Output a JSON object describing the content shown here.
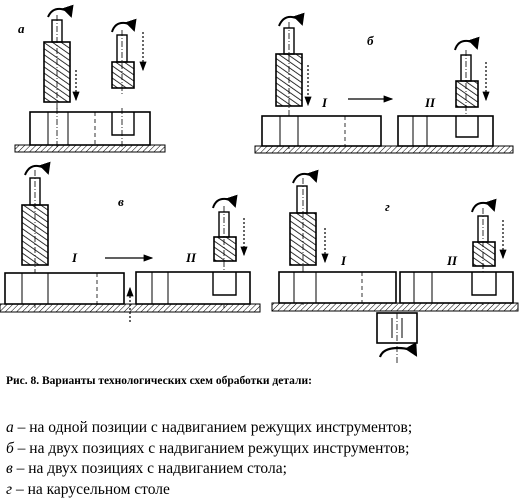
{
  "figure": {
    "panels": [
      {
        "id": "a",
        "label": "а"
      },
      {
        "id": "b",
        "label": "б",
        "positions": [
          "I",
          "II"
        ]
      },
      {
        "id": "v",
        "label": "в",
        "positions": [
          "I",
          "II"
        ]
      },
      {
        "id": "g",
        "label": "г",
        "positions": [
          "I",
          "II"
        ]
      }
    ],
    "caption": "Рис. 8. Варианты технологических схем обработки детали:",
    "legend": [
      {
        "key": "а",
        "text": " – на одной позиции с надвиганием режущих инструментов;"
      },
      {
        "key": "б",
        "text": " – на двух позициях с надвиганием режущих инструментов;"
      },
      {
        "key": "в",
        "text": " – на двух позициях с надвиганием стола;"
      },
      {
        "key": "г",
        "text": " – на карусельном столе"
      }
    ]
  }
}
